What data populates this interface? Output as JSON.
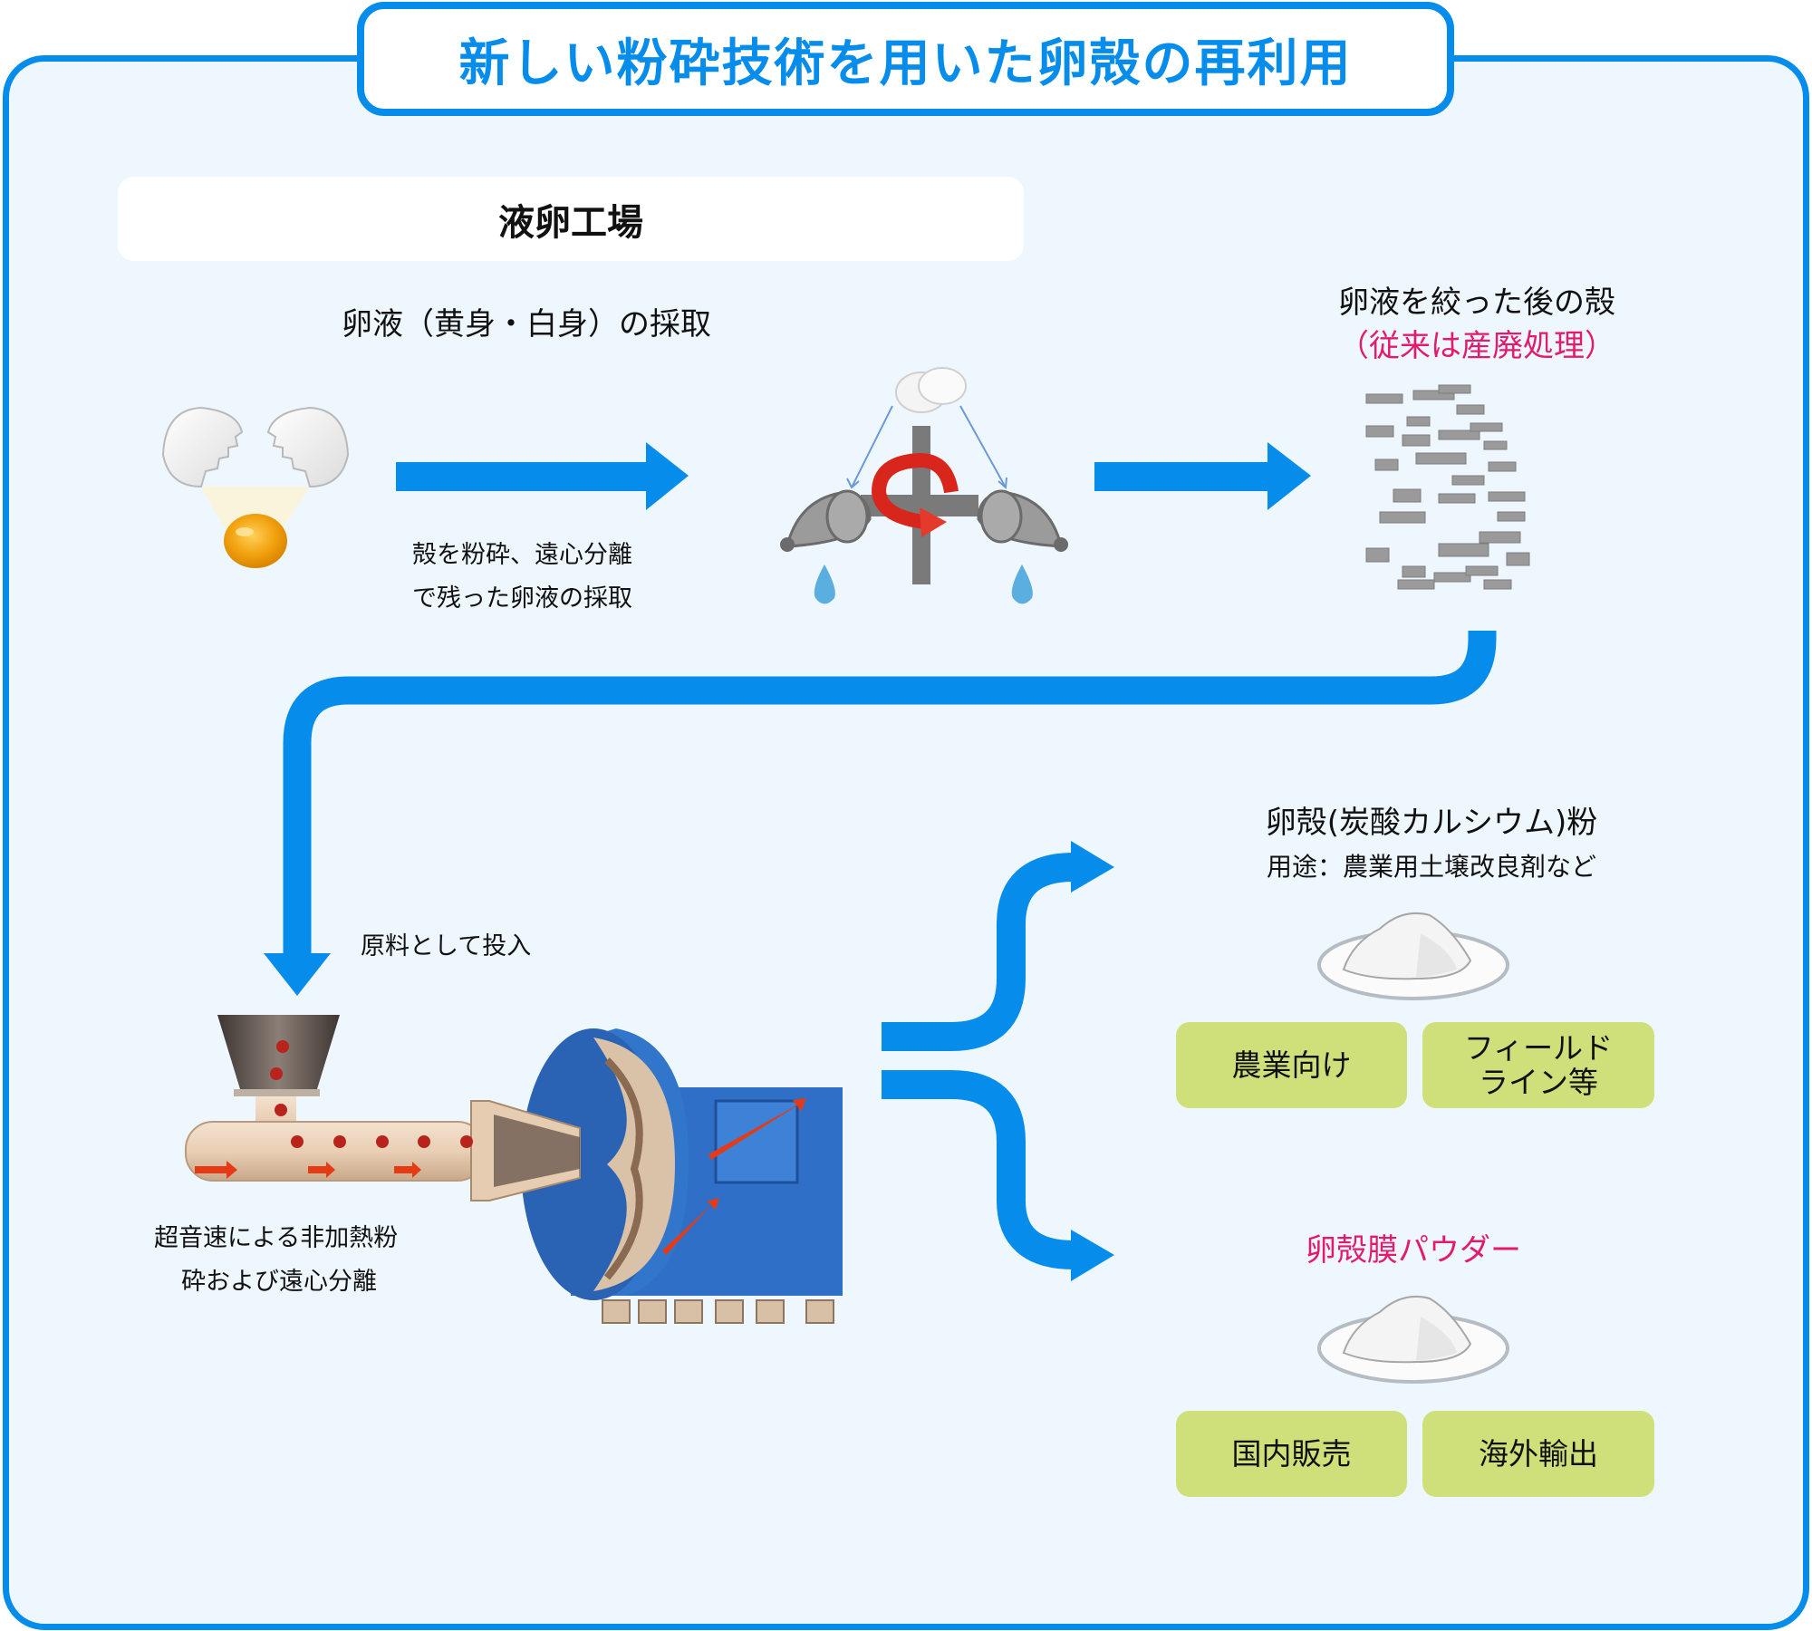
{
  "title": "新しい粉砕技術を用いた卵殻の再利用",
  "factory": {
    "label": "液卵工場",
    "step1_heading": "卵液（黄身・白身）の採取",
    "step1_arrow_caption": [
      "殻を粉砕、遠心分離",
      "で残った卵液の採取"
    ]
  },
  "shell_waste": {
    "heading": "卵液を絞った後の殻",
    "note": "（従来は産廃処理）"
  },
  "process": {
    "input_label": "原料として投入",
    "machine_caption": [
      "超音速による非加熱粉",
      "砕および遠心分離"
    ]
  },
  "products": [
    {
      "name": "卵殻(炭酸カルシウム)粉",
      "usage": "用途：農業用土壌改良剤など",
      "targets": [
        "農業向け",
        "フィールド\nライン等"
      ]
    },
    {
      "name": "卵殻膜パウダー",
      "targets": [
        "国内販売",
        "海外輸出"
      ]
    }
  ],
  "icons": {
    "egg": "cracked-egg-icon",
    "centrifuge": "centrifuge-icon",
    "shell_fragments": "shell-fragments-icon",
    "machine": "pulverizer-machine-icon",
    "powder": "powder-pile-icon",
    "arrow": "flow-arrow-icon"
  },
  "colors": {
    "accent_blue": "#068deb",
    "panel_bg": "#eff7fe",
    "highlight_pink": "#e21c6b",
    "target_green": "#cfe07a"
  }
}
